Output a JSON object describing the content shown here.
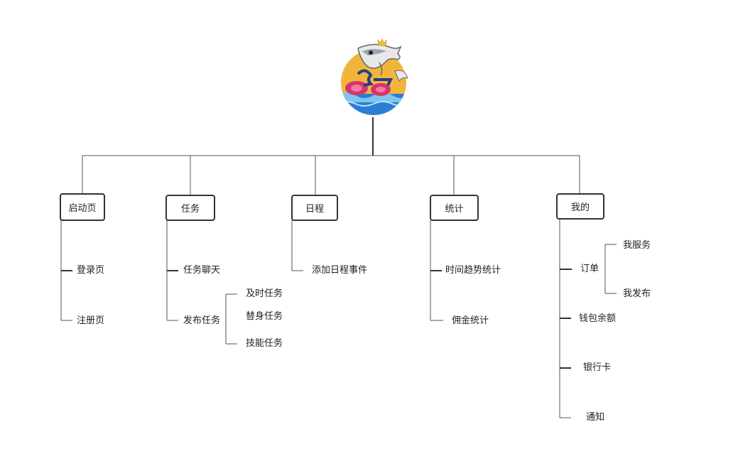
{
  "root": {
    "logo": "fish-crown-logo"
  },
  "nodes": {
    "splash": {
      "label": "启动页",
      "children": [
        "登录页",
        "注册页"
      ]
    },
    "task": {
      "label": "任务",
      "children": [
        "任务聊天",
        "发布任务"
      ],
      "publish_children": [
        "及时任务",
        "替身任务",
        "技能任务"
      ]
    },
    "schedule": {
      "label": "日程",
      "children": [
        "添加日程事件"
      ]
    },
    "stats": {
      "label": "统计",
      "children": [
        "时间趋势统计",
        "佣金统计"
      ]
    },
    "mine": {
      "label": "我的",
      "children": [
        "订单",
        "钱包余额",
        "银行卡",
        "通知"
      ],
      "order_children": [
        "我服务",
        "我发布"
      ]
    }
  },
  "colors": {
    "line": "#555555",
    "box_border": "#333333",
    "logo_bg": "#f2b53c",
    "logo_water": "#2a7fd4",
    "logo_accent": "#d9336b"
  }
}
